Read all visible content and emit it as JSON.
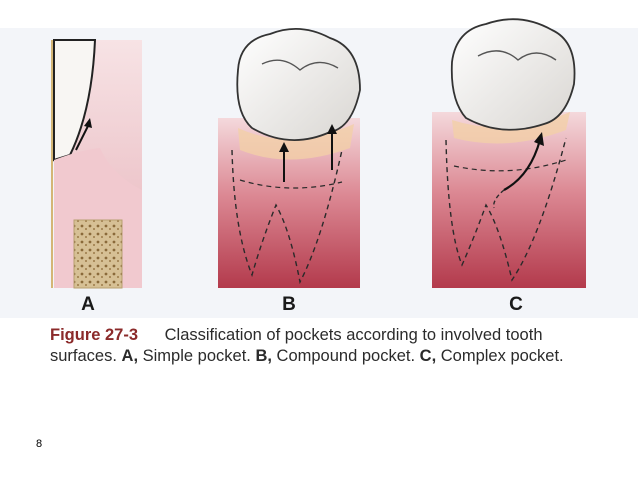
{
  "figure": {
    "panels": [
      {
        "letter": "A"
      },
      {
        "letter": "B"
      },
      {
        "letter": "C"
      }
    ],
    "caption": {
      "figure_label": "Figure 27-3",
      "intro": "Classification of pockets according to involved tooth surfaces.",
      "items": [
        {
          "letter": "A,",
          "text": "Simple pocket."
        },
        {
          "letter": "B,",
          "text": "Compound pocket."
        },
        {
          "letter": "C,",
          "text": "Complex pocket."
        }
      ]
    }
  },
  "page_number": "8",
  "colors": {
    "gingiva_light": "#f1d2d5",
    "gingiva_dark": "#b03446",
    "enamel": "#f7f5f2",
    "bone": "#d8c49a",
    "figure_label": "#8b2a2a"
  }
}
